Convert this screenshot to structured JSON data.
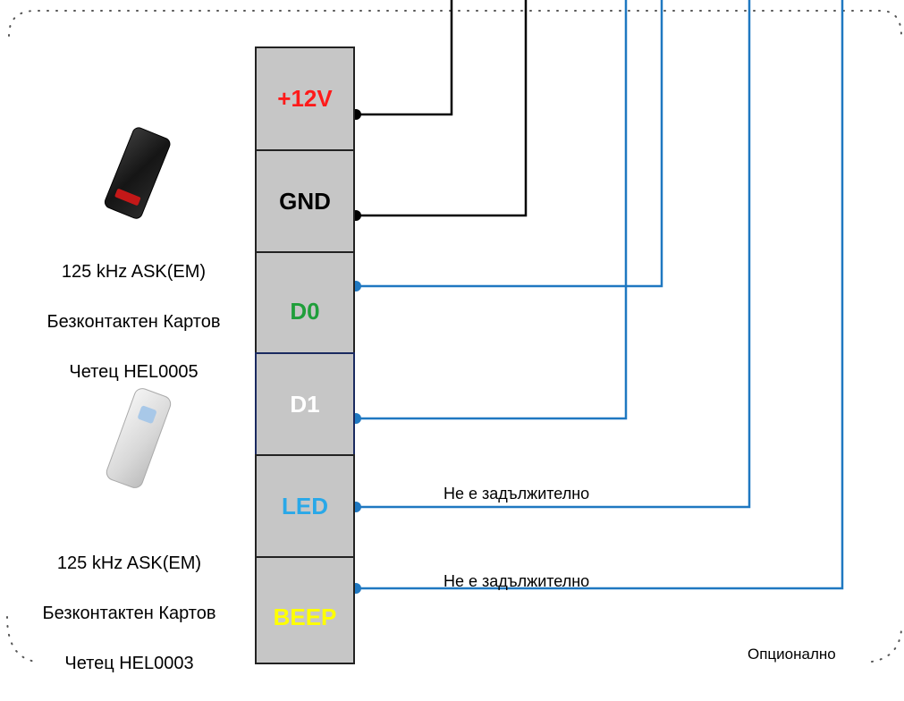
{
  "colors": {
    "wire_power": "#000000",
    "wire_data": "#1f78c1",
    "label_12v": "#ff1a1a",
    "label_gnd": "#000000",
    "label_d0": "#1f9e3a",
    "label_d1": "#ffffff",
    "label_led": "#29a8e8",
    "label_beep": "#ffff00",
    "terminal_fill": "#c6c6c6"
  },
  "terminals": [
    {
      "label": "+12V"
    },
    {
      "label": "GND"
    },
    {
      "label": "D0"
    },
    {
      "label": "D1"
    },
    {
      "label": "LED"
    },
    {
      "label": "BEEP"
    }
  ],
  "readers": [
    {
      "caption_line1": "125 kHz ASK(EM)",
      "caption_line2": "Безконтактен Картов",
      "caption_line3": "Четец HEL0005",
      "icon": "black-card-reader-icon"
    },
    {
      "caption_line1": "125 kHz ASK(EM)",
      "caption_line2": "Безконтактен Картов",
      "caption_line3": "Четец HEL0003",
      "icon": "white-card-reader-icon"
    }
  ],
  "notes": {
    "led_optional": "Не е задължително",
    "beep_optional": "Не е задължително",
    "optional_region": "Опционално"
  }
}
